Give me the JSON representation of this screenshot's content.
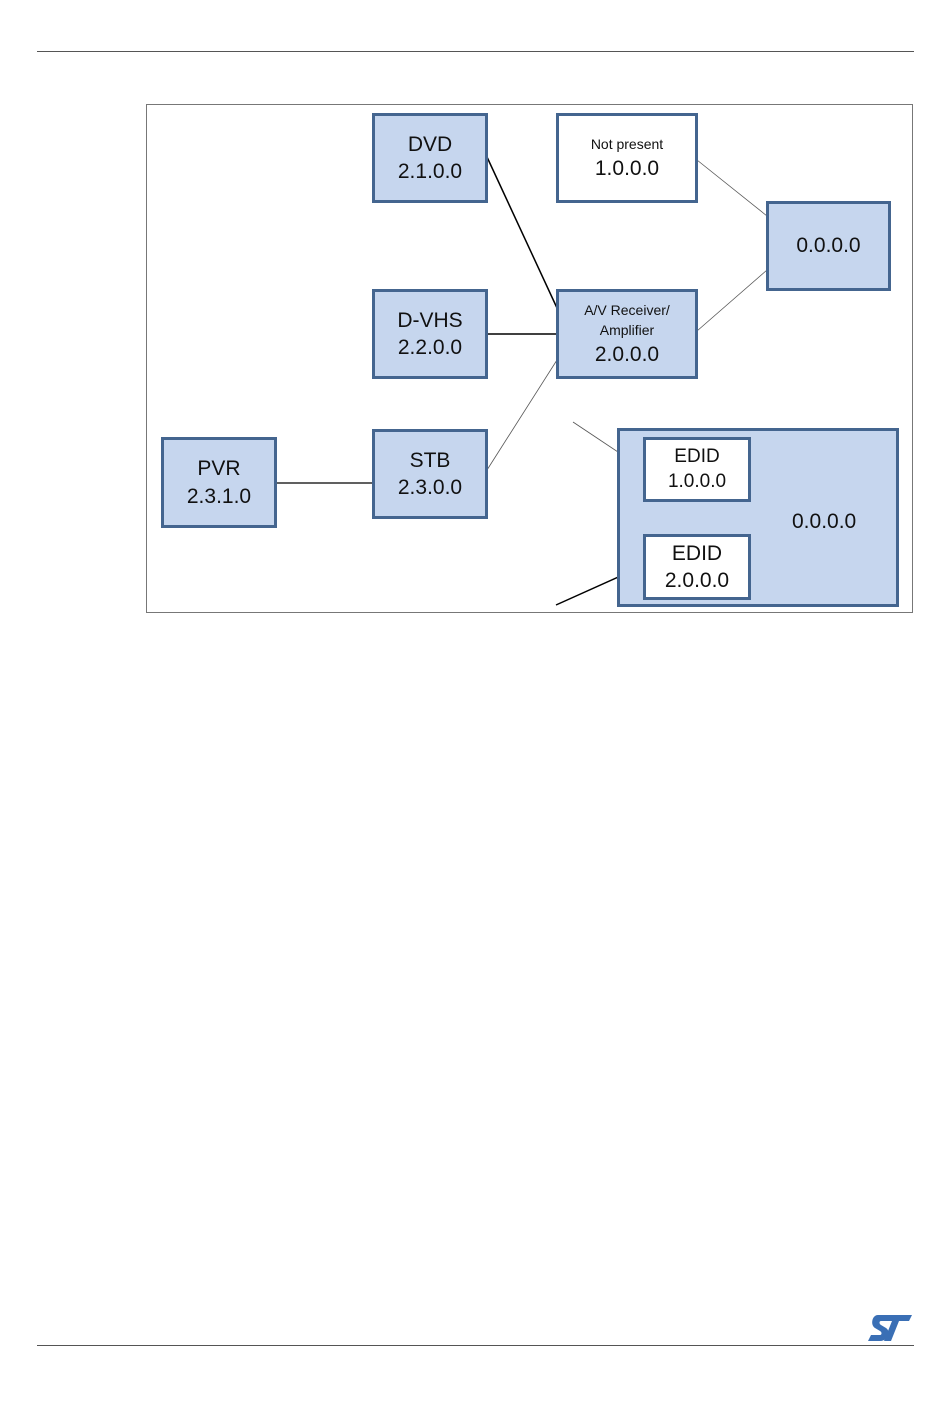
{
  "page": {
    "logo": "ST"
  },
  "diagram": {
    "dvd": {
      "name": "DVD",
      "address": "2.1.0.0"
    },
    "dvhs": {
      "name": "D-VHS",
      "address": "2.2.0.0"
    },
    "stb": {
      "name": "STB",
      "address": "2.3.0.0"
    },
    "pvr": {
      "name": "PVR",
      "address": "2.3.1.0"
    },
    "not_present": {
      "name": "Not present",
      "address": "1.0.0.0"
    },
    "receiver": {
      "name_line1": "A/V Receiver/",
      "name_line2": "Amplifier",
      "address": "2.0.0.0"
    },
    "root": {
      "address": "0.0.0.0"
    },
    "tv": {
      "address": "0.0.0.0",
      "edid1": {
        "name": "EDID",
        "address": "1.0.0.0"
      },
      "edid2": {
        "name": "EDID",
        "address": "2.0.0.0"
      }
    }
  },
  "colors": {
    "box_fill": "#c6d6ee",
    "box_border": "#44658f",
    "page_rule": "#555555",
    "logo": "#3a6fb5"
  }
}
